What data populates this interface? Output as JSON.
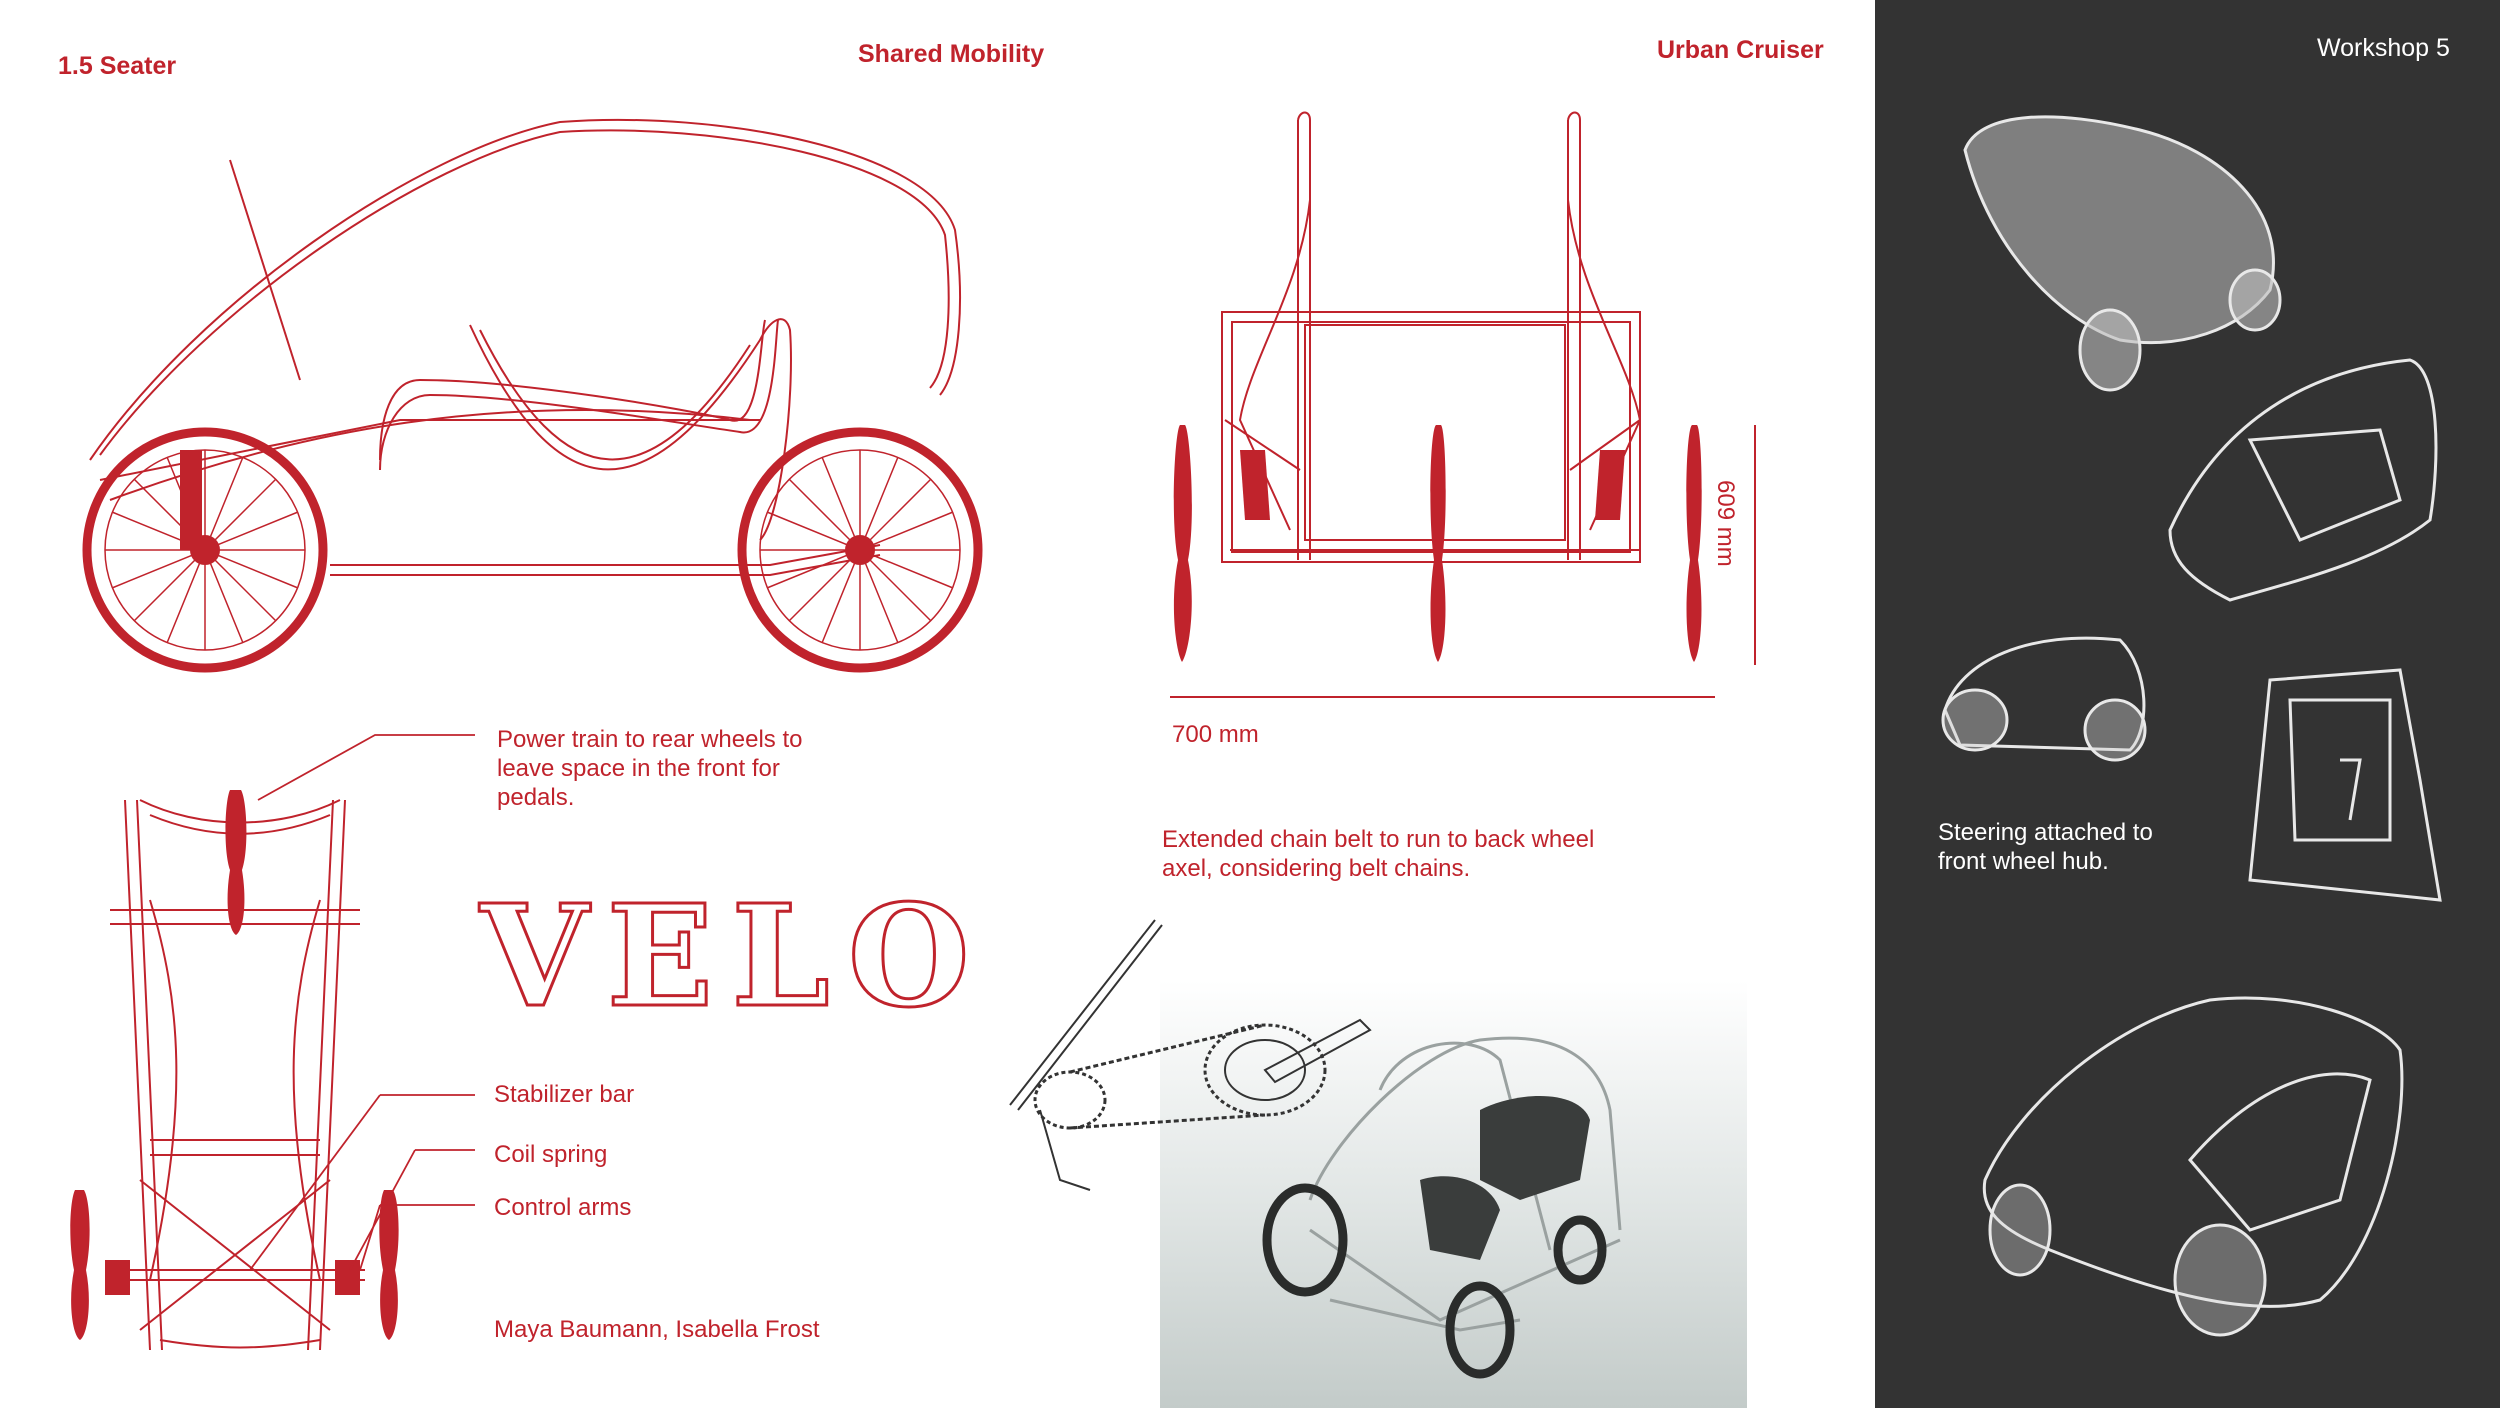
{
  "header": {
    "left_title": "1.5 Seater",
    "center_title": "Shared Mobility",
    "right_title": "Urban Cruiser",
    "workshop": "Workshop 5"
  },
  "logo_text": "VELO",
  "dimensions": {
    "height": "609 mm",
    "width": "700 mm"
  },
  "annotations": {
    "power_train": "Power train to rear wheels to leave space in the front for pedals.",
    "stabilizer": "Stabilizer bar",
    "coil_spring": "Coil spring",
    "control_arms": "Control arms",
    "chain_belt": "Extended chain belt to run to back wheel axel, considering belt chains.",
    "steering": "Steering attached to front wheel hub."
  },
  "authors": "Maya Baumann, Isabella Frost",
  "colors": {
    "accent": "#c0232c",
    "dark_panel": "#333333",
    "sketch_line": "#e8e8e8"
  }
}
